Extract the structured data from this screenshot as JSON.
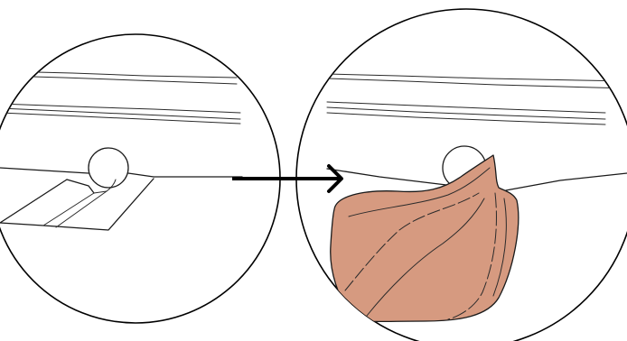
{
  "figure": {
    "panels": [
      {
        "id": "before",
        "state": "flap raised"
      },
      {
        "id": "after",
        "state": "flap transposed"
      }
    ],
    "connector": "arrow-right-icon"
  },
  "colors": {
    "line": "#1a1a1a",
    "frame": "#000000",
    "flap_fill": "#d69a80",
    "background": "#ffffff"
  }
}
